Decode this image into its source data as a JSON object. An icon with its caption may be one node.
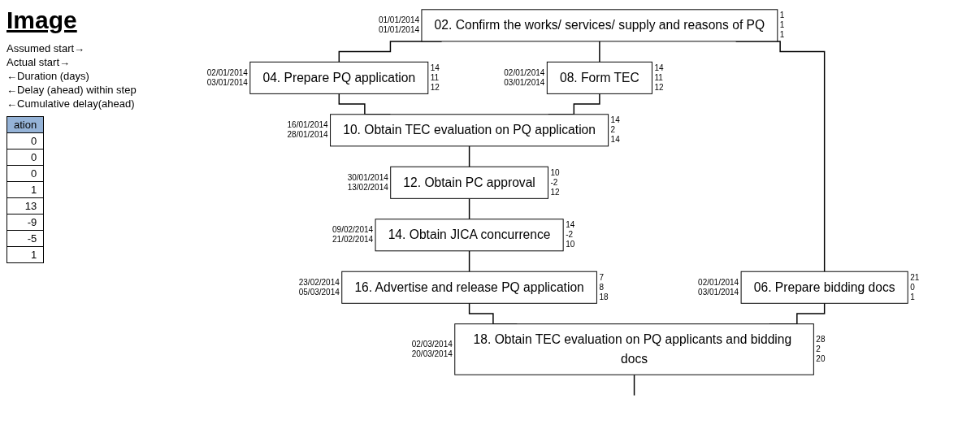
{
  "diagram": {
    "title": "Image",
    "nodes": [
      {
        "text": [
          "02. Confirm the works/ services/ supply and reasons of PQ"
        ],
        "beside": [
          "01/01/2014",
          "01/01/2014",
          "1",
          "1",
          "1"
        ]
      },
      {
        "text": [
          "04. Prepare PQ application"
        ],
        "beside": [
          "02/01/2014",
          "03/01/2014",
          "14",
          "11",
          "12"
        ]
      },
      {
        "text": [
          "08. Form TEC"
        ],
        "beside": [
          "02/01/2014",
          "03/01/2014",
          "14",
          "11",
          "12"
        ]
      },
      {
        "text": [
          "06. Prepare bidding docs"
        ],
        "beside": [
          "02/01/2014",
          "03/01/2014",
          "21",
          "0",
          "1"
        ]
      },
      {
        "text": [
          "10. Obtain TEC evaluation on PQ application"
        ],
        "beside": [
          "16/01/2014",
          "28/01/2014",
          "14",
          "2",
          "14"
        ]
      },
      {
        "text": [
          "12. Obtain PC approval"
        ],
        "beside": [
          "30/01/2014",
          "13/02/2014",
          "10",
          "-2",
          "12"
        ]
      },
      {
        "text": [
          "14. Obtain JICA concurrence"
        ],
        "beside": [
          "09/02/2014",
          "21/02/2014",
          "14",
          "-2",
          "10"
        ]
      },
      {
        "text": [
          "16. Advertise and release PQ application"
        ],
        "beside": [
          "23/02/2014",
          "05/03/2014",
          "7",
          "8",
          "18"
        ]
      },
      {
        "text": [
          "18. Obtain TEC evaluation on PQ applicants and bidding docs"
        ],
        "beside": [
          "02/03/2014",
          "20/03/2014",
          "28",
          "2",
          "20"
        ]
      }
    ],
    "edges": [
      {
        "from": 0,
        "to": 1,
        "arrow": "none"
      },
      {
        "from": 0,
        "to": 2,
        "arrow": "none"
      },
      {
        "from": 0,
        "to": 3,
        "arrow": "none"
      },
      {
        "from": 1,
        "to": 4,
        "arrow": "none"
      },
      {
        "from": 2,
        "to": 4,
        "arrow": "none"
      },
      {
        "from": 4,
        "to": 5,
        "arrow": "none"
      },
      {
        "from": 5,
        "to": 6,
        "arrow": "none"
      },
      {
        "from": 6,
        "to": 7,
        "arrow": "none"
      },
      {
        "from": 7,
        "to": 8,
        "arrow": "none"
      },
      {
        "from": 3,
        "to": 8,
        "arrow": "none"
      },
      {
        "from": 8,
        "to": null,
        "arrow": "none"
      }
    ],
    "labels": [
      "Assumed start→",
      "Actual start→",
      "←Duration (days)",
      "←Delay (ahead) within step",
      "←Cumulative delay(ahead)",
      "ation",
      "0",
      "0",
      "0",
      "1",
      "13",
      "-9",
      "-5",
      "1"
    ]
  }
}
